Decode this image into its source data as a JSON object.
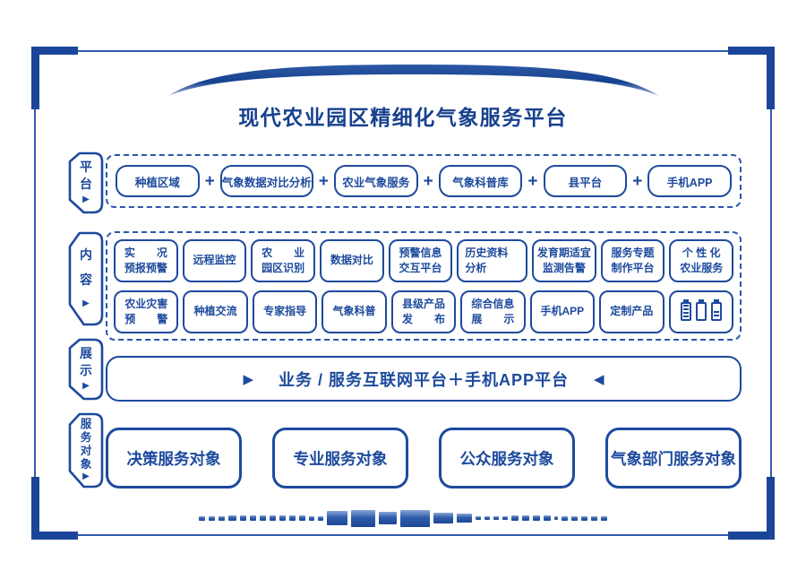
{
  "title": "现代农业园区精细化气象服务平台",
  "colors": {
    "primary": "#1d4a9d",
    "title": "#17418f",
    "frame": "#335ca9",
    "bracket": "#1b459a"
  },
  "platform": {
    "label": "平台",
    "separator": "+",
    "items": [
      "种植区域",
      "气象数据对比分析",
      "农业气象服务",
      "气象科普库",
      "县平台",
      "手机APP"
    ]
  },
  "content": {
    "label": "内容",
    "rows": [
      [
        {
          "lines": [
            "实　　况",
            "预报预警"
          ]
        },
        {
          "lines": [
            "远程监控"
          ]
        },
        {
          "lines": [
            "农　　业",
            "园区识别"
          ]
        },
        {
          "lines": [
            "数据对比"
          ]
        },
        {
          "lines": [
            "预警信息",
            "交互平台"
          ]
        },
        {
          "lines": [
            "历史资料",
            "分析"
          ],
          "align": "left"
        },
        {
          "lines": [
            "发育期适宜",
            "监测告警"
          ]
        },
        {
          "lines": [
            "服务专题",
            "制作平台"
          ]
        },
        {
          "lines": [
            "个 性 化",
            "农业服务"
          ]
        }
      ],
      [
        {
          "lines": [
            "农业灾害",
            "预　　警"
          ]
        },
        {
          "lines": [
            "种植交流"
          ]
        },
        {
          "lines": [
            "专家指导"
          ]
        },
        {
          "lines": [
            "气象科普"
          ]
        },
        {
          "lines": [
            "县级产品",
            "发　　布"
          ]
        },
        {
          "lines": [
            "综合信息",
            "展　　示"
          ]
        },
        {
          "lines": [
            "手机APP"
          ]
        },
        {
          "lines": [
            "定制产品"
          ]
        },
        {
          "icons": [
            "battery-full-icon",
            "battery-empty-icon",
            "battery-half-icon"
          ]
        }
      ]
    ]
  },
  "display": {
    "label": "展示",
    "left_arrow": "▶",
    "right_arrow": "◀",
    "text": "业务 / 服务互联网平台＋手机APP平台"
  },
  "service": {
    "label": "服务对象",
    "items": [
      "决策服务对象",
      "专业服务对象",
      "公众服务对象",
      "气象部门服务对象"
    ]
  },
  "side_label_arrow": "▶",
  "decoration": {
    "blocks": [
      [
        7,
        5
      ],
      [
        7,
        5
      ],
      [
        7,
        5
      ],
      [
        9,
        6
      ],
      [
        7,
        6
      ],
      [
        7,
        6
      ],
      [
        7,
        6
      ],
      [
        7,
        6
      ],
      [
        7,
        6
      ],
      [
        7,
        6
      ],
      [
        7,
        6
      ],
      [
        6,
        5
      ],
      [
        6,
        5
      ],
      [
        23,
        16
      ],
      [
        27,
        19
      ],
      [
        20,
        14
      ],
      [
        33,
        19
      ],
      [
        22,
        12
      ],
      [
        17,
        10
      ],
      [
        6,
        4
      ],
      [
        6,
        4
      ],
      [
        6,
        4
      ],
      [
        6,
        4
      ],
      [
        8,
        6
      ],
      [
        8,
        6
      ],
      [
        8,
        6
      ],
      [
        8,
        6
      ],
      [
        4,
        4
      ],
      [
        7,
        5
      ],
      [
        7,
        5
      ],
      [
        7,
        5
      ],
      [
        7,
        5
      ],
      [
        7,
        5
      ]
    ]
  }
}
